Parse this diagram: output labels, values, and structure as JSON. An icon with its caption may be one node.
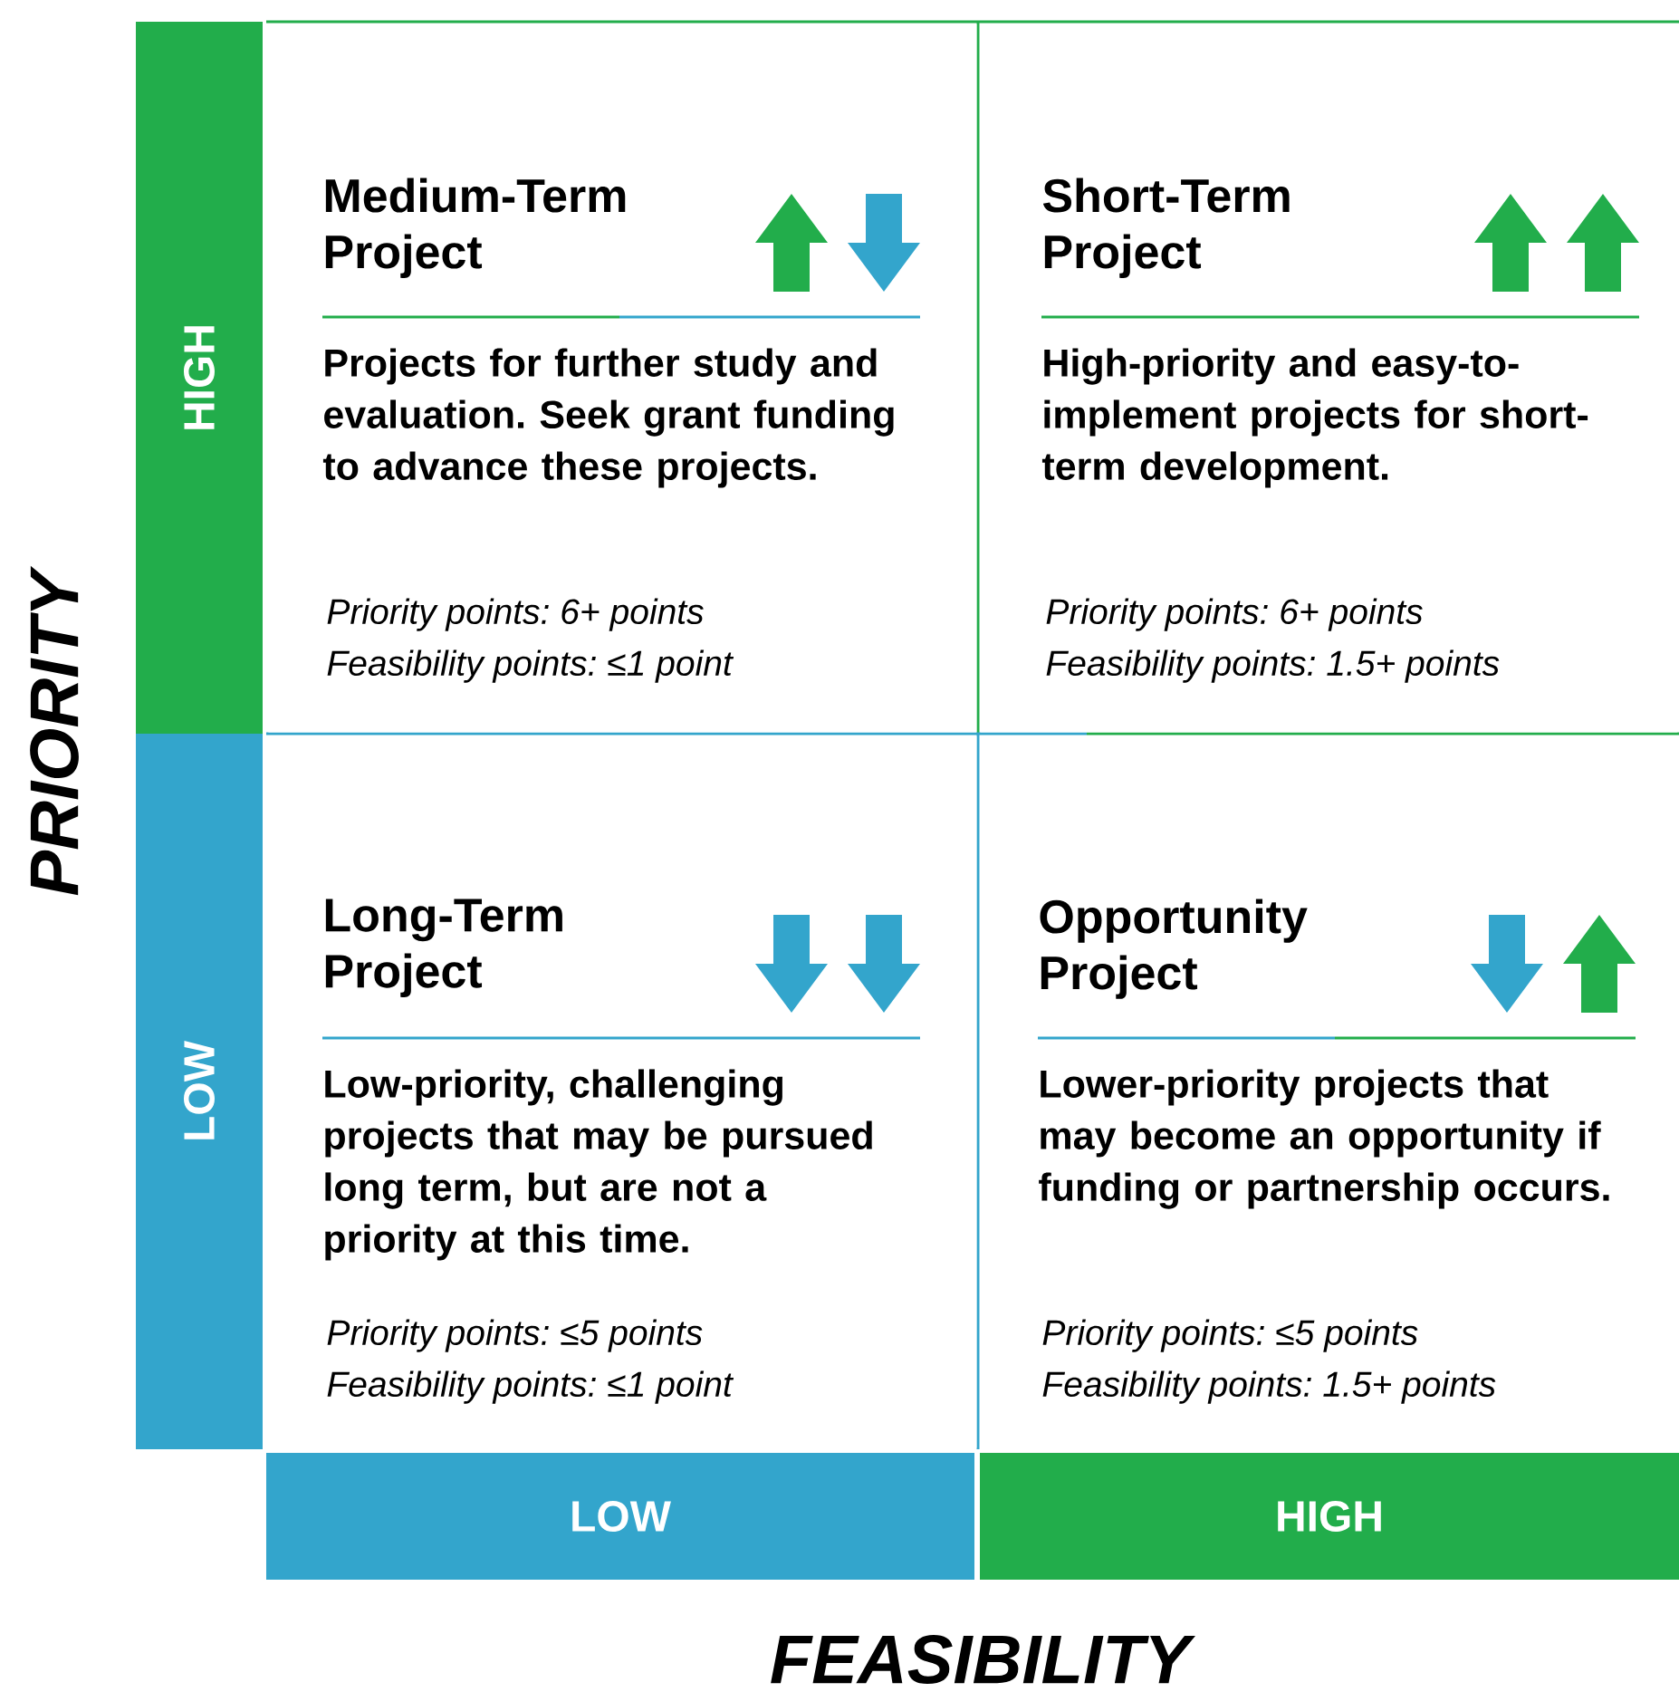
{
  "diagram": {
    "nodes": [
      {
        "text": [
          "Medium-Term Project",
          "Projects for further study and evaluation. Seek grant funding to advance these projects.",
          "Priority points: 6+ points",
          "Feasibility points: ≤1 point"
        ]
      },
      {
        "text": [
          "Short-Term Project",
          "High-priority and easy-to-implement projects for short-term development.",
          "Priority points: 6+ points",
          "Feasibility points: 1.5+ points"
        ]
      },
      {
        "text": [
          "Long-Term Project",
          "Low-priority, challenging projects that may be pursued long term, but are not a priority at this time.",
          "Priority points: ≤5 points",
          "Feasibility points: ≤1 point"
        ]
      },
      {
        "text": [
          "Opportunity Project",
          "Lower-priority projects that may become an opportunity if funding or partnership occurs.",
          "Priority points: ≤5 points",
          "Feasibility points: 1.5+ points"
        ]
      },
      {
        "text": [
          "HIGH"
        ]
      },
      {
        "text": [
          "LOW"
        ]
      },
      {
        "text": [
          "LOW"
        ]
      },
      {
        "text": [
          "HIGH"
        ]
      }
    ],
    "labels": [
      "PRIORITY",
      "FEASIBILITY"
    ]
  }
}
